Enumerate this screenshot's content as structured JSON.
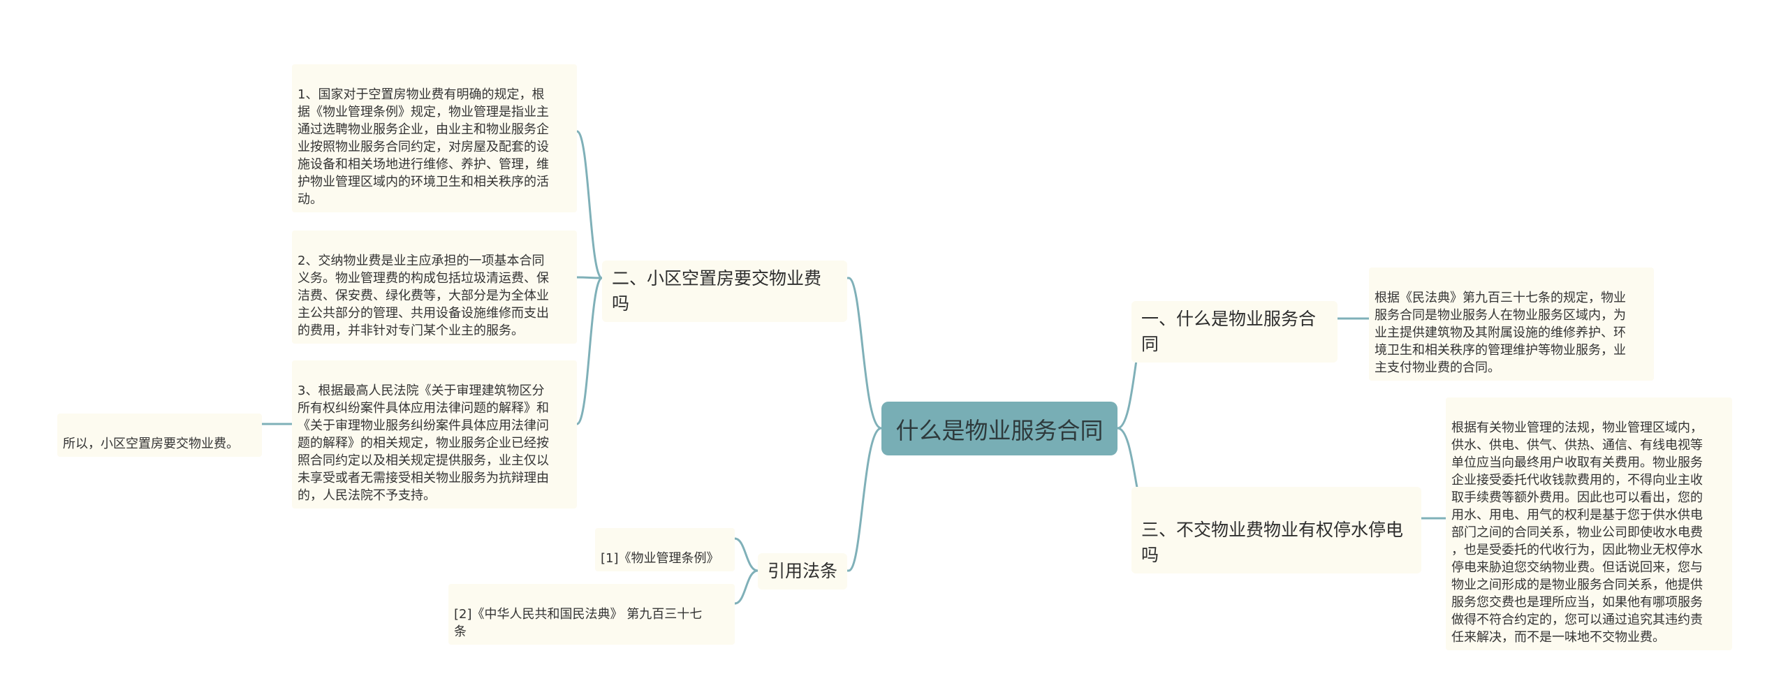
{
  "mindmap": {
    "root": "什么是物业服务合同",
    "left": {
      "b2": {
        "title": "二、小区空置房要交物业费吗",
        "leaf1": "1、国家对于空置房物业费有明确的规定，根\n据《物业管理条例》规定，物业管理是指业主\n通过选聘物业服务企业，由业主和物业服务企\n业按照物业服务合同约定，对房屋及配套的设\n施设备和相关场地进行维修、养护、管理，维\n护物业管理区域内的环境卫生和相关秩序的活\n动。",
        "leaf2": "2、交纳物业费是业主应承担的一项基本合同\n义务。物业管理费的构成包括垃圾清运费、保\n洁费、保安费、绿化费等，大部分是为全体业\n主公共部分的管理、共用设备设施维修而支出\n的费用，并非针对专门某个业主的服务。",
        "leaf3": "3、根据最高人民法院《关于审理建筑物区分\n所有权纠纷案件具体应用法律问题的解释》和\n《关于审理物业服务纠纷案件具体应用法律问\n题的解释》的相关规定，物业服务企业已经按\n照合同约定以及相关规定提供服务，业主仅以\n未享受或者无需接受相关物业服务为抗辩理由\n的，人民法院不予支持。",
        "leaf3_child": "所以，小区空置房要交物业费。"
      },
      "law": {
        "title": "引用法条",
        "ref1": "[1]《物业管理条例》",
        "ref2": "[2]《中华人民共和国民法典》 第九百三十七\n条"
      }
    },
    "right": {
      "b1": {
        "title": "一、什么是物业服务合同",
        "leaf": "根据《民法典》第九百三十七条的规定，物业\n服务合同是物业服务人在物业服务区域内，为\n业主提供建筑物及其附属设施的维修养护、环\n境卫生和相关秩序的管理维护等物业服务，业\n主支付物业费的合同。"
      },
      "b3": {
        "title": "三、不交物业费物业有权停水停电\n吗",
        "leaf": "根据有关物业管理的法规，物业管理区域内，\n供水、供电、供气、供热、通信、有线电视等\n单位应当向最终用户收取有关费用。物业服务\n企业接受委托代收钱款费用的，不得向业主收\n取手续费等额外费用。因此也可以看出，您的\n用水、用电、用气的权利是基于您于供水供电\n部门之间的合同关系，物业公司即使收水电费\n，也是受委托的代收行为，因此物业无权停水\n停电来胁迫您交纳物业费。但话说回来，您与\n物业之间形成的是物业服务合同关系，他提供\n服务您交费也是理所应当，如果他有哪项服务\n做得不符合约定的，您可以通过追究其违约责\n任来解决，而不是一味地不交物业费。"
      }
    },
    "colors": {
      "root_bg": "#78aeb5",
      "edge": "#7fb0b8",
      "node_bg": "#fdfbf0"
    }
  }
}
